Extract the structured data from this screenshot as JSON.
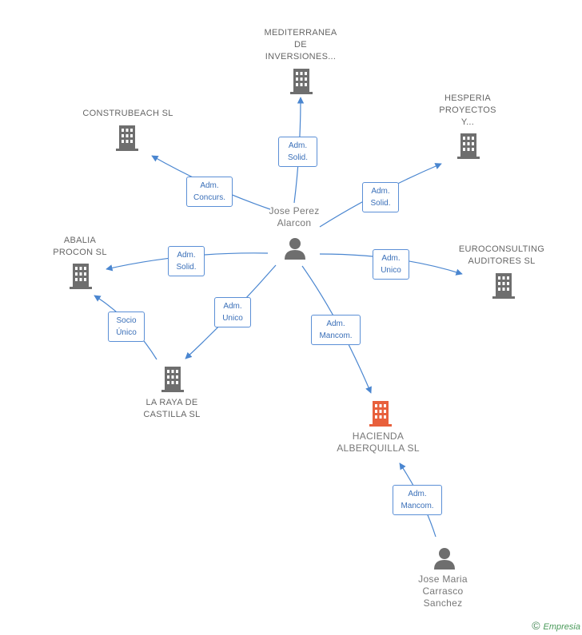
{
  "nodes": {
    "mediterranea": "MEDITERRANEA\nDE\nINVERSIONES...",
    "construbeach": "CONSTRUBEACH SL",
    "hesperia": "HESPERIA\nPROYECTOS\nY...",
    "jose_perez": "Jose Perez\nAlarcon",
    "abalia": "ABALIA\nPROCON SL",
    "euroconsulting": "EUROCONSULTING\nAUDITORES SL",
    "la_raya": "LA RAYA DE\nCASTILLA SL",
    "hacienda": "HACIENDA\nALBERQUILLA SL",
    "jose_maria": "Jose Maria\nCarrasco\nSanchez"
  },
  "edges": {
    "to_mediterranea": "Adm.\nSolid.",
    "to_construbeach": "Adm.\nConcurs.",
    "to_hesperia": "Adm.\nSolid.",
    "to_abalia": "Adm.\nSolid.",
    "to_euroconsulting": "Adm.\nUnico",
    "to_la_raya": "Adm.\nUnico",
    "la_raya_to_abalia": "Socio\nÚnico",
    "to_hacienda": "Adm.\nMancom.",
    "jm_to_hacienda": "Adm.\nMancom."
  },
  "colors": {
    "building": "#6e6e6e",
    "building_highlight": "#e8603c",
    "person": "#6e6e6e",
    "edge": "#4a86d0"
  },
  "footer": {
    "copyright_symbol": "©",
    "brand": "Empresia"
  }
}
